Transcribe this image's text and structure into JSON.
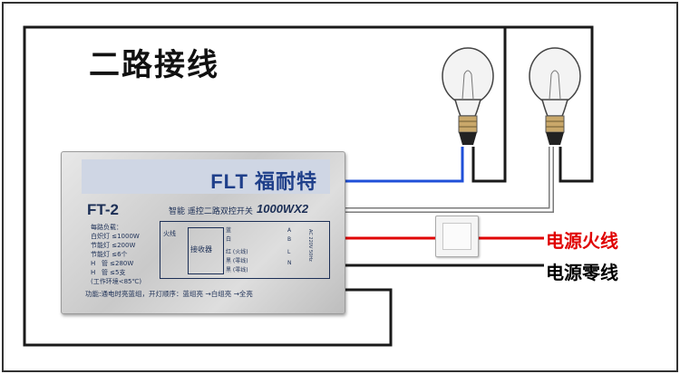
{
  "title": "二路接线",
  "labels": {
    "live": "电源火线",
    "neutral": "电源零线"
  },
  "colors": {
    "live_wire": "#e00000",
    "neutral_wire": "#000000",
    "lamp_wire_1": "#1f4fd8",
    "lamp_wire_2": "#ffffff",
    "frame": "#1a1a1a"
  },
  "device": {
    "brand": "FLT 福耐特",
    "model": "FT-2",
    "description": "智能 遥控二路双控开关",
    "rating": "1000WX2",
    "specs": "每路负载：\n白炽灯 ≤1000W\n节能灯 ≤200W\n节能灯 ≤6个\nH   管 ≤280W\nH   管 ≤5支\n(工作环境<85℃)",
    "function_text": "功能:通电时亮蓝组，开灯顺序：蓝组亮 →白组亮 →全亮",
    "panel": {
      "fire": "火线",
      "receiver": "接收器",
      "terminals": [
        "蓝",
        "白",
        "红 (火线)",
        "黑 (零线)",
        "黑 (零线)"
      ],
      "terminal_marks": [
        "A",
        "B",
        "L",
        "N"
      ],
      "side_text": "AC 220V 50Hz"
    }
  },
  "icons": {
    "lamp_1": "light-bulb-icon",
    "lamp_2": "light-bulb-icon",
    "switch": "wall-switch-icon"
  }
}
